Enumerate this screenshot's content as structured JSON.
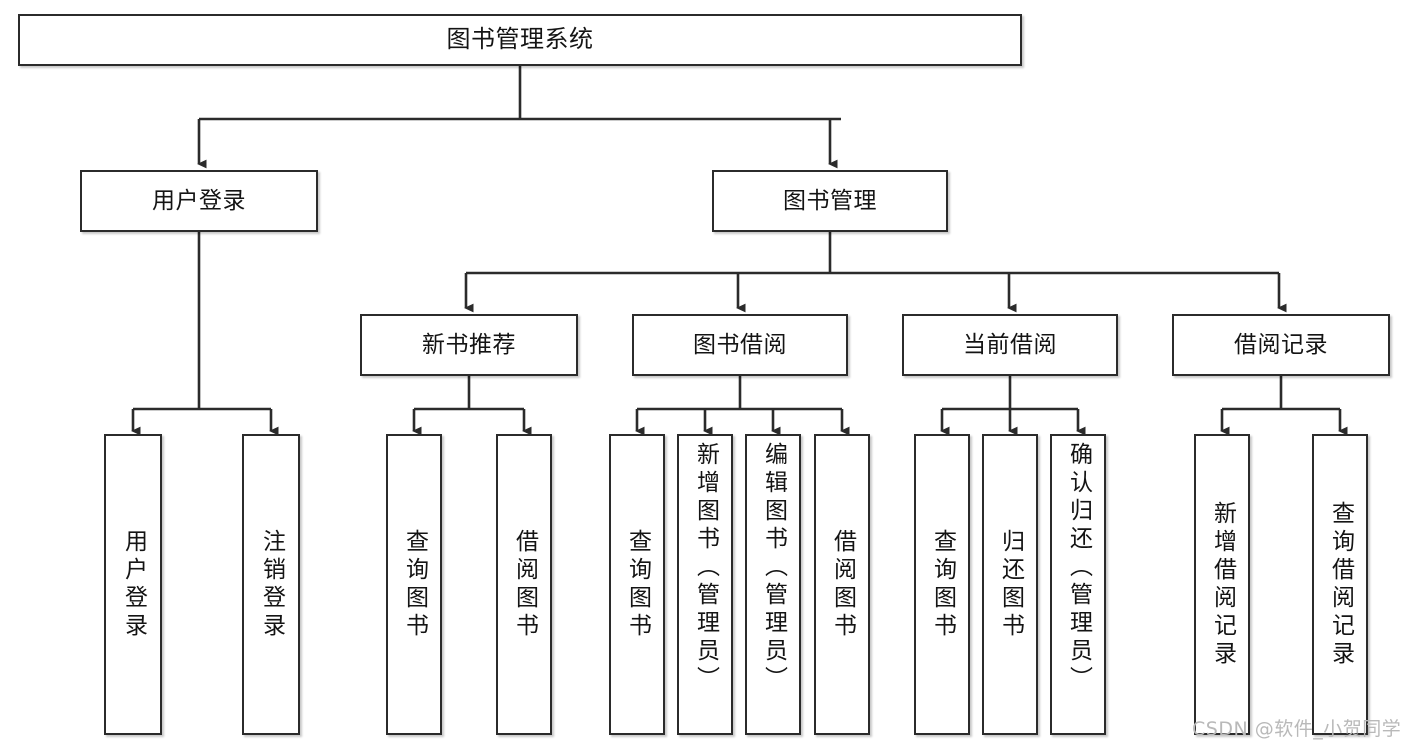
{
  "diagram": {
    "type": "tree-hierarchy",
    "title": "图书管理系统",
    "watermark": "CSDN @软件_小贺同学",
    "colors": {
      "box_stroke": "#2b2b2b",
      "box_fill": "#ffffff",
      "edge": "#2b2b2b",
      "text": "#141414",
      "watermark": "#b9b9b9"
    },
    "root": {
      "label": "图书管理系统"
    },
    "level2": [
      {
        "id": "user-login",
        "label": "用户登录"
      },
      {
        "id": "book-manage",
        "label": "图书管理"
      }
    ],
    "level3": [
      {
        "id": "new-book-recommend",
        "label": "新书推荐"
      },
      {
        "id": "book-borrow",
        "label": "图书借阅"
      },
      {
        "id": "current-borrow",
        "label": "当前借阅"
      },
      {
        "id": "borrow-record",
        "label": "借阅记录"
      }
    ],
    "leaves": [
      {
        "id": "leaf-user-login",
        "parent": "user-login",
        "label": "用户登录"
      },
      {
        "id": "leaf-logout",
        "parent": "user-login",
        "label": "注销登录"
      },
      {
        "id": "leaf-query-book-1",
        "parent": "new-book-recommend",
        "label": "查询图书"
      },
      {
        "id": "leaf-borrow-book-1",
        "parent": "new-book-recommend",
        "label": "借阅图书"
      },
      {
        "id": "leaf-query-book-2",
        "parent": "book-borrow",
        "label": "查询图书"
      },
      {
        "id": "leaf-add-book",
        "parent": "book-borrow",
        "label": "新增图书（管理员）"
      },
      {
        "id": "leaf-edit-book",
        "parent": "book-borrow",
        "label": "编辑图书（管理员）"
      },
      {
        "id": "leaf-borrow-book-2",
        "parent": "book-borrow",
        "label": "借阅图书"
      },
      {
        "id": "leaf-query-book-3",
        "parent": "current-borrow",
        "label": "查询图书"
      },
      {
        "id": "leaf-return-book",
        "parent": "current-borrow",
        "label": "归还图书"
      },
      {
        "id": "leaf-confirm-return",
        "parent": "current-borrow",
        "label": "确认归还（管理员）"
      },
      {
        "id": "leaf-add-record",
        "parent": "borrow-record",
        "label": "新增借阅记录"
      },
      {
        "id": "leaf-query-record",
        "parent": "borrow-record",
        "label": "查询借阅记录"
      }
    ]
  }
}
